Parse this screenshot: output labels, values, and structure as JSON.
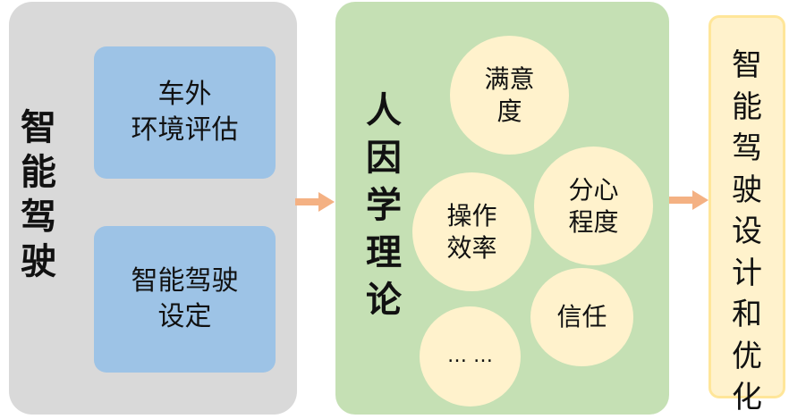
{
  "left_panel": {
    "title_chars": [
      "智",
      "能",
      "驾",
      "驶"
    ],
    "top_box_lines": [
      "车外",
      "环境评估"
    ],
    "bottom_box_lines": [
      "智能驾驶",
      "设定"
    ]
  },
  "middle_panel": {
    "title_chars": [
      "人",
      "因",
      "学",
      "理",
      "论"
    ],
    "circles": [
      {
        "lines": [
          "满意",
          "度"
        ]
      },
      {
        "lines": [
          "分心",
          "程度"
        ]
      },
      {
        "lines": [
          "操作",
          "效率"
        ]
      },
      {
        "lines": [
          "信任"
        ]
      },
      {
        "lines": [
          "… …"
        ]
      }
    ]
  },
  "right_panel": {
    "title_chars": [
      "智",
      "能",
      "驾",
      "驶",
      "设",
      "计",
      "和",
      "优",
      "化"
    ]
  },
  "colors": {
    "left_panel_bg": "#d9d9d9",
    "blue_box": "#9dc3e6",
    "middle_panel_bg": "#c5e0b4",
    "circle_fill": "#fff2cc",
    "right_panel_bg": "#fff2cc",
    "right_panel_border": "#ffe699",
    "arrow": "#f4b183"
  }
}
